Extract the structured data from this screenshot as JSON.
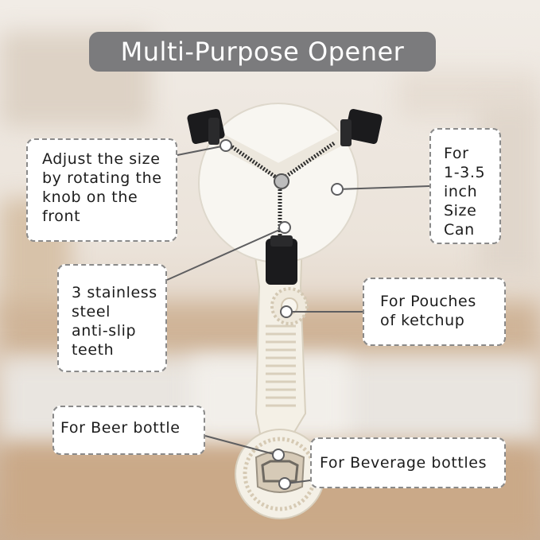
{
  "title": "Multi-Purpose Opener",
  "labels": {
    "adjust": [
      "Adjust the size",
      "by rotating the",
      "knob on the",
      "front"
    ],
    "size": [
      "For",
      "1-3.5",
      "inch",
      "Size",
      "Can"
    ],
    "teeth": [
      "3 stainless",
      "steel",
      "anti-slip",
      "teeth"
    ],
    "pouch": [
      "For Pouches",
      "of ketchup"
    ],
    "beer": [
      "For Beer bottle"
    ],
    "beverage": [
      "For Beverage bottles"
    ]
  },
  "colors": {
    "title_bg": "#7b7b7d",
    "tool_body": "#f4f0e6",
    "knob": "#1b1b1d",
    "label_border": "#8a8a8a"
  }
}
